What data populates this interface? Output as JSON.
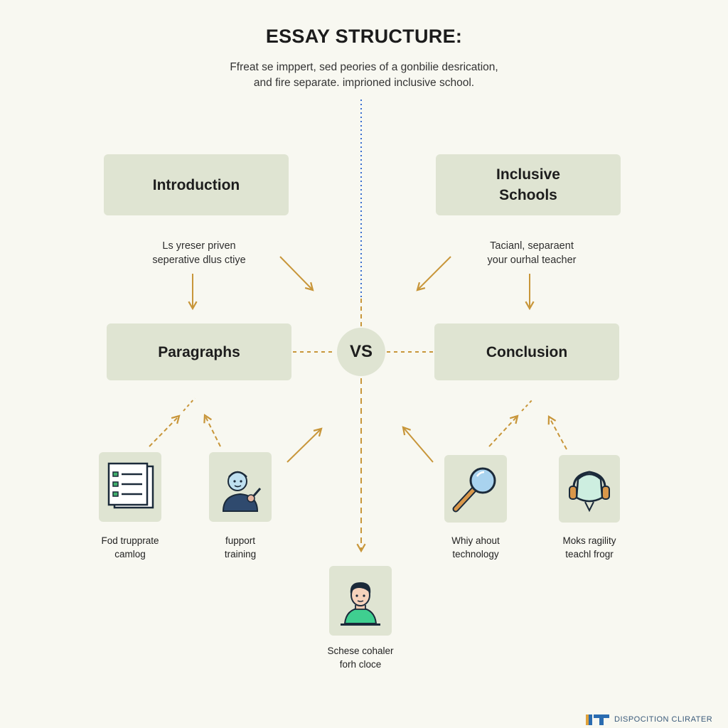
{
  "header": {
    "title": "ESSAY STRUCTURE:",
    "subtitle_line1": "Ffreat se impper​t, sed peories of a ɡonbilie desrication,",
    "subtitle_line2": "and fire separate. imprioned inclusive school."
  },
  "boxes": {
    "introduction": "Introduction",
    "inclusive_line1": "Inclusive",
    "inclusive_line2": "Schools",
    "paragraphs": "Paragraphs",
    "conclusion": "Conclusion",
    "vs": "VS"
  },
  "notes": {
    "left_line1": "Ls yreser priven",
    "left_line2": "seperative dlus ctiye",
    "right_line1": "Tacianl, separaent",
    "right_line2": "your ourhal teacher"
  },
  "tiles": [
    {
      "icon": "document-icon",
      "line1": "Fod trupprate",
      "line2": "camlog"
    },
    {
      "icon": "teacher-icon",
      "line1": "fupport",
      "line2": "training"
    },
    {
      "icon": "magnifier-icon",
      "line1": "Whiy ahout",
      "line2": "technology"
    },
    {
      "icon": "headphones-icon",
      "line1": "Moks ragility",
      "line2": "teachl frogr"
    },
    {
      "icon": "student-icon",
      "line1": "Schese cohaler",
      "line2": "forh cloce"
    }
  ],
  "brand": {
    "logo_text": "IT",
    "name": "DISPOCITION CLIRATER"
  },
  "colors": {
    "background": "#f8f8f1",
    "box_fill": "#dfe4d2",
    "arrow": "#c8963a",
    "center_line_blue": "#3a6fd0"
  }
}
